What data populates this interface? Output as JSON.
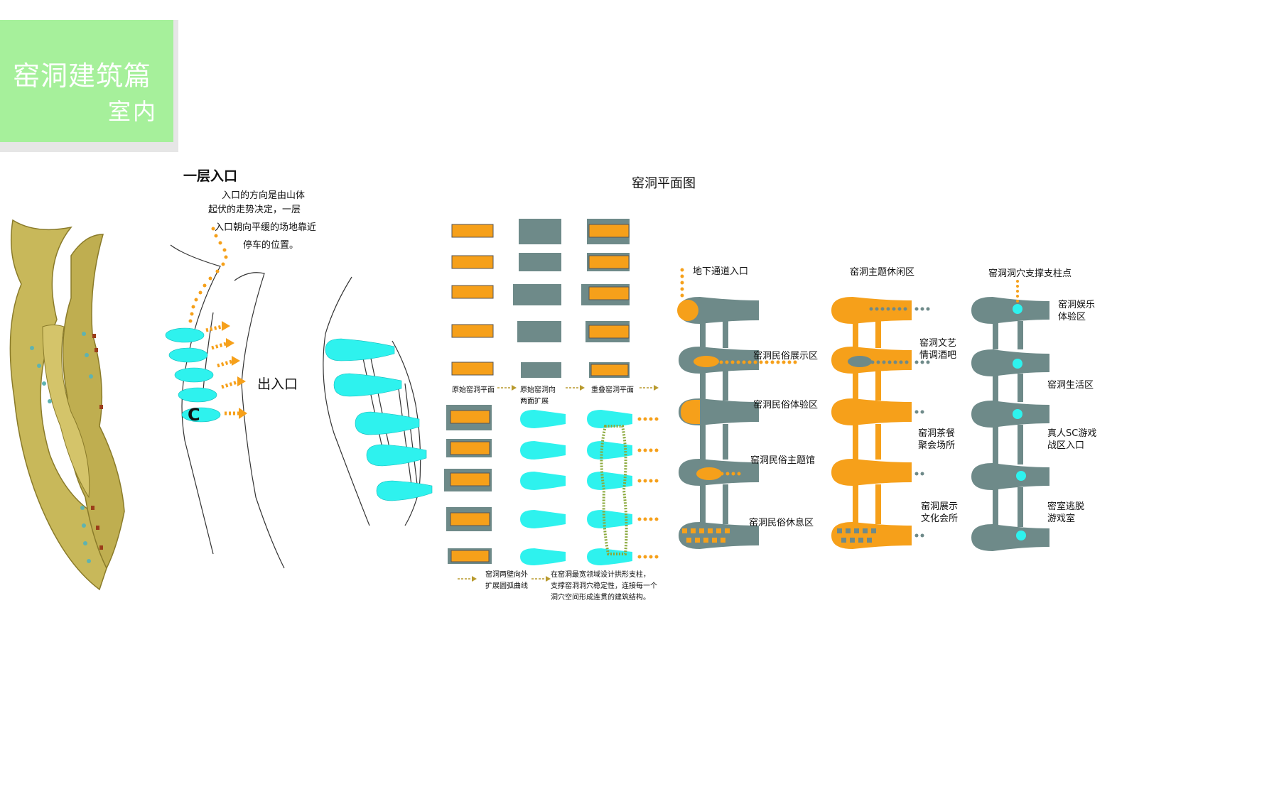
{
  "header": {
    "title": "窑洞建筑篇",
    "subtitle": "室内"
  },
  "entrance": {
    "heading": "一层入口",
    "desc": [
      "入口的方向是由山体",
      "起伏的走势决定，一层",
      "入口朝向平缓的场地靠近",
      "停车的位置。"
    ],
    "exit_label": "出入口",
    "marker": "C"
  },
  "plan": {
    "heading": "窑洞平面图",
    "steps": [
      "原始窑洞平面",
      "原始窑洞向",
      "两面扩展",
      "重叠窑洞平面"
    ],
    "note_left": [
      "窑洞两壁向外",
      "扩展圆弧曲线"
    ],
    "note_right": [
      "在窑洞最宽领域设计拱形支柱，",
      "支撑窑洞洞穴稳定性，连接每一个",
      "洞穴空间形成连贯的建筑结构。"
    ]
  },
  "zones": {
    "col1": {
      "top": "地下通道入口",
      "labels": [
        "窑洞民俗展示区",
        "窑洞民俗体验区",
        "窑洞民俗主题馆",
        "窑洞民俗休息区"
      ]
    },
    "col2": {
      "top": "窑洞主题休闲区",
      "labels": [
        "窑洞文艺",
        "情调酒吧",
        "窑洞茶餐",
        "聚会场所",
        "窑洞展示",
        "文化会所"
      ]
    },
    "col3": {
      "top": "窑洞洞穴支撑支柱点",
      "labels": [
        "窑洞娱乐",
        "体验区",
        "窑洞生活区",
        "真人SC游戏",
        "战区入口",
        "密室逃脱",
        "游戏室"
      ]
    }
  },
  "colors": {
    "orange": "#f6a01a",
    "slate": "#6e8a89",
    "cyan": "#2ef2ee",
    "green": "#a6f09b",
    "olive": "#c8b85a"
  }
}
